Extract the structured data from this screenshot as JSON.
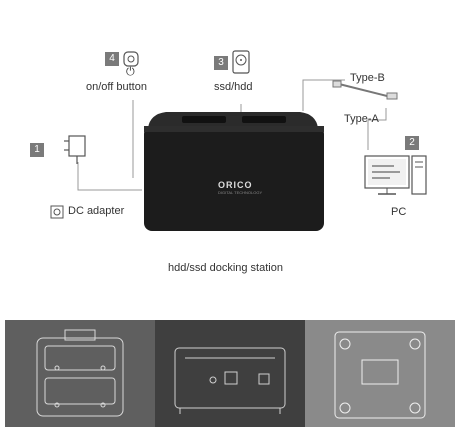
{
  "steps": {
    "dc": {
      "number": "1",
      "label": "DC adapter"
    },
    "pc": {
      "number": "2",
      "label": "PC"
    },
    "drive": {
      "number": "3",
      "label": "ssd/hdd"
    },
    "power": {
      "number": "4",
      "label": "on/off button"
    }
  },
  "cable_labels": {
    "type_b": "Type-B",
    "type_a": "Type-A"
  },
  "brand": {
    "name": "ORICO",
    "tagline": "DIGITAL TECHNOLOGY"
  },
  "caption": "hdd/ssd docking station",
  "colors": {
    "step_badge": "#7a7a7a",
    "device": "#1c1c1c",
    "panel_left": "#5f5f5f",
    "panel_center": "#3f3f3f",
    "panel_right": "#8a8a8a",
    "wire": "#999999"
  }
}
